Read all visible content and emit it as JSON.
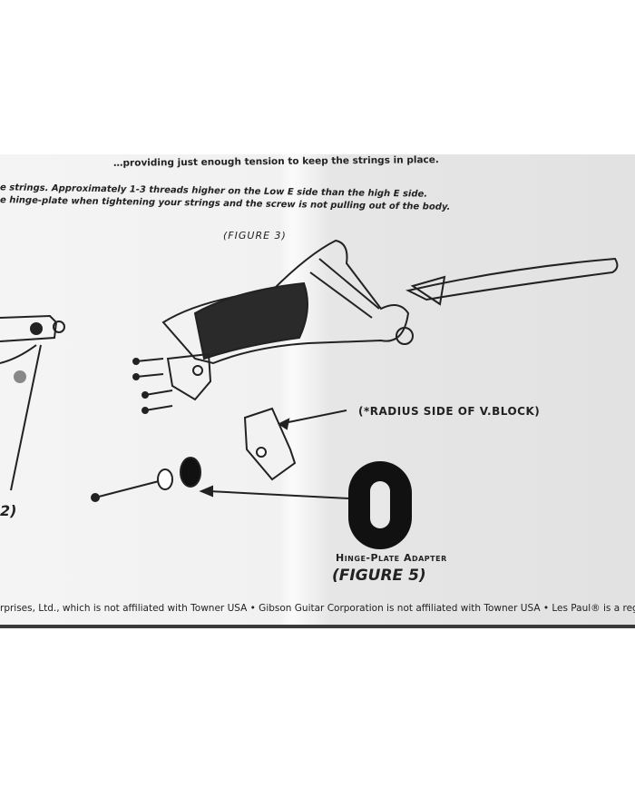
{
  "document": {
    "line1": "…providing just enough tension to keep the strings in place.",
    "line2": "e strings. Approximately 1-3 threads higher on the Low E side than the high E side.",
    "line3": "e hinge-plate when tightening your strings and the screw is not pulling out of the body.",
    "figure3_label": "(FIGURE 3)",
    "figure2_label": "2)",
    "radius_note": "(*RADIUS SIDE OF V.BLOCK)",
    "adapter_label": "Hinge-Plate Adapter",
    "figure5_label": "(FIGURE 5)",
    "footer": "rprises, Ltd., which is not affiliated with Towner USA • Gibson Guitar Corporation is not affiliated with Towner USA • Les Paul® is a regist"
  }
}
